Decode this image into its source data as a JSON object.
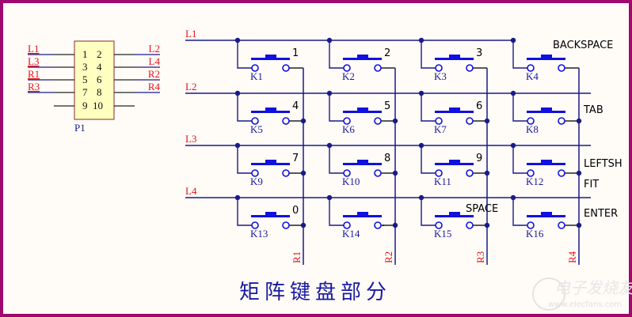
{
  "connector": {
    "ref": "P1",
    "left_pins": [
      {
        "net": "L1",
        "pin": "1"
      },
      {
        "net": "L3",
        "pin": "3"
      },
      {
        "net": "R1",
        "pin": "5"
      },
      {
        "net": "R3",
        "pin": "7"
      },
      {
        "net": "",
        "pin": "9"
      }
    ],
    "right_pins": [
      {
        "net": "L2",
        "pin": "2"
      },
      {
        "net": "L4",
        "pin": "4"
      },
      {
        "net": "R2",
        "pin": "6"
      },
      {
        "net": "R4",
        "pin": "8"
      },
      {
        "net": "",
        "pin": "10"
      }
    ]
  },
  "matrix": {
    "rows": [
      "L1",
      "L2",
      "L3",
      "L4"
    ],
    "cols": [
      "R1",
      "R2",
      "R3",
      "R4"
    ],
    "keys": [
      [
        {
          "ref": "K1",
          "label": "1"
        },
        {
          "ref": "K2",
          "label": "2"
        },
        {
          "ref": "K3",
          "label": "3"
        },
        {
          "ref": "K4",
          "label": "BACKSPACE"
        }
      ],
      [
        {
          "ref": "K5",
          "label": "4"
        },
        {
          "ref": "K6",
          "label": "5"
        },
        {
          "ref": "K7",
          "label": "6"
        },
        {
          "ref": "K8",
          "label": "TAB"
        }
      ],
      [
        {
          "ref": "K9",
          "label": "7"
        },
        {
          "ref": "K10",
          "label": "8"
        },
        {
          "ref": "K11",
          "label": "9"
        },
        {
          "ref": "K12",
          "label": "LEFTSH"
        }
      ],
      [
        {
          "ref": "K13",
          "label": "0"
        },
        {
          "ref": "K14",
          "label": "."
        },
        {
          "ref": "K15",
          "label": "SPACE"
        },
        {
          "ref": "K16",
          "label": "ENTER"
        }
      ]
    ],
    "extra_label": "FIT"
  },
  "title": "矩阵键盘部分",
  "watermark": {
    "text": "电子发烧友",
    "url_text": "www.elecfans.com"
  },
  "colors": {
    "border": "#a0086e",
    "wire": "#1a1a8a",
    "switch": "#1010e0",
    "net_label": "#e8101a",
    "connector_fill": "#ffffc0"
  }
}
